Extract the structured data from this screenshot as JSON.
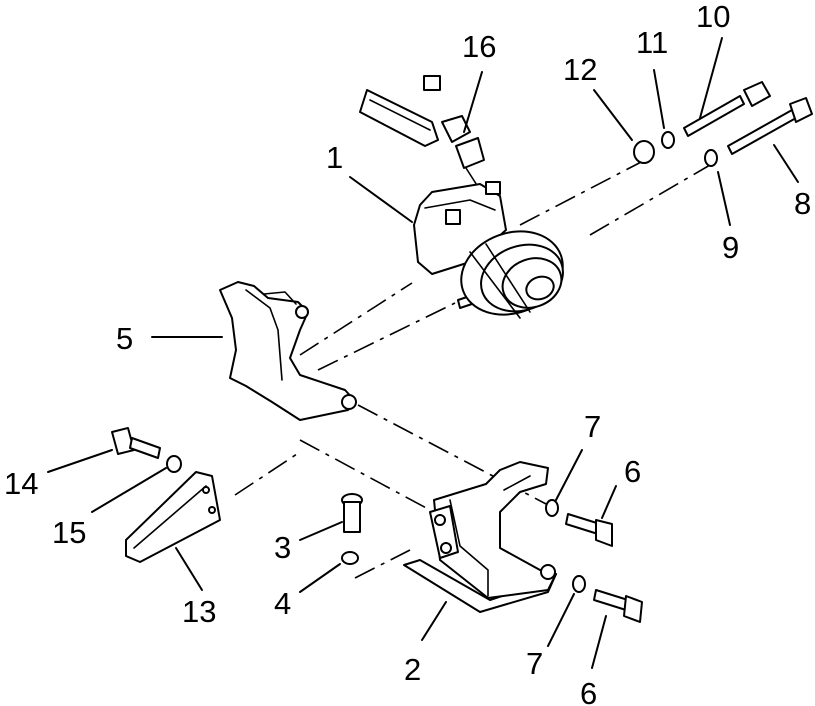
{
  "callouts": [
    {
      "id": "c1",
      "text": "1"
    },
    {
      "id": "c2",
      "text": "2"
    },
    {
      "id": "c3",
      "text": "3"
    },
    {
      "id": "c4",
      "text": "4"
    },
    {
      "id": "c5",
      "text": "5"
    },
    {
      "id": "c6a",
      "text": "6"
    },
    {
      "id": "c6b",
      "text": "6"
    },
    {
      "id": "c7a",
      "text": "7"
    },
    {
      "id": "c7b",
      "text": "7"
    },
    {
      "id": "c8",
      "text": "8"
    },
    {
      "id": "c9",
      "text": "9"
    },
    {
      "id": "c10",
      "text": "10"
    },
    {
      "id": "c11",
      "text": "11"
    },
    {
      "id": "c12",
      "text": "12"
    },
    {
      "id": "c13",
      "text": "13"
    },
    {
      "id": "c14",
      "text": "14"
    },
    {
      "id": "c15",
      "text": "15"
    },
    {
      "id": "c16",
      "text": "16"
    }
  ]
}
